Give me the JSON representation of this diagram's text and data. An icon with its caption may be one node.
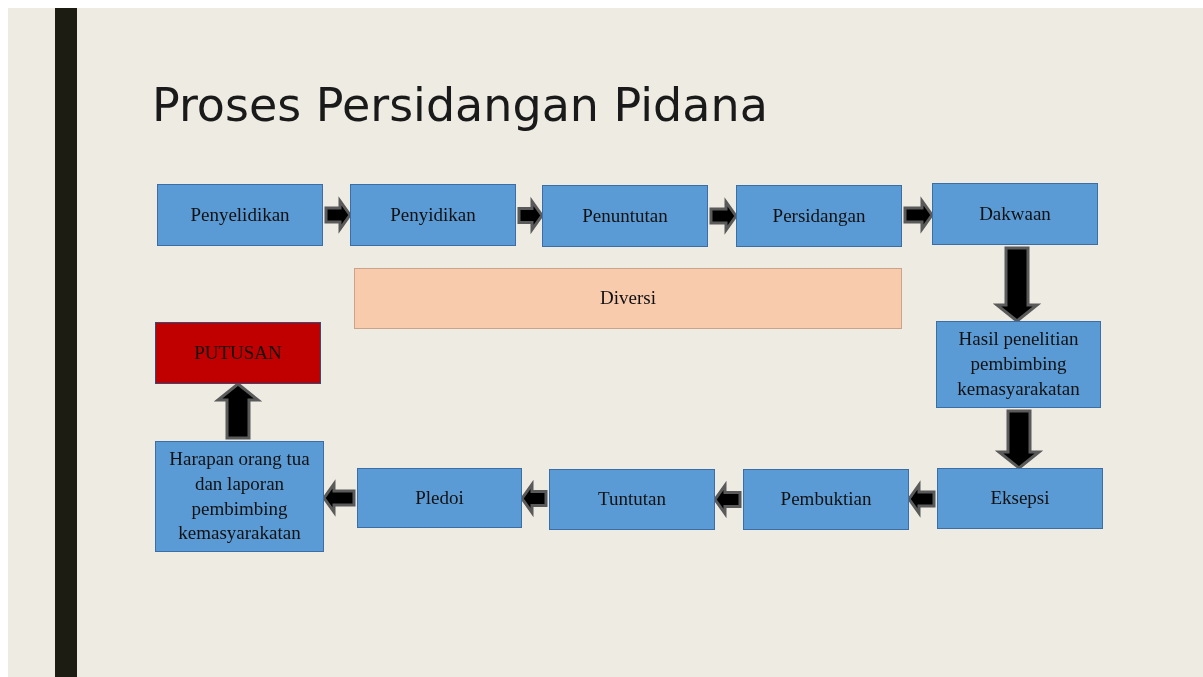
{
  "diagram": {
    "title": "Proses Persidangan Pidana",
    "nodes": [
      {
        "text": [
          "Penyelidikan"
        ]
      },
      {
        "text": [
          "Penyidikan"
        ]
      },
      {
        "text": [
          "Penuntutan"
        ]
      },
      {
        "text": [
          "Persidangan"
        ]
      },
      {
        "text": [
          "Dakwaan"
        ]
      },
      {
        "text": [
          "Diversi"
        ]
      },
      {
        "text": [
          "PUTUSAN"
        ]
      },
      {
        "text": [
          "Hasil penelitian pembimbing kemasyarakatan"
        ]
      },
      {
        "text": [
          "Harapan orang tua dan laporan pembimbing kemasyarakatan"
        ]
      },
      {
        "text": [
          "Pledoi"
        ]
      },
      {
        "text": [
          "Tuntutan"
        ]
      },
      {
        "text": [
          "Pembuktian"
        ]
      },
      {
        "text": [
          "Eksepsi"
        ]
      }
    ],
    "edges": [
      {
        "from": 0,
        "to": 1,
        "arrow": "to"
      },
      {
        "from": 1,
        "to": 2,
        "arrow": "to"
      },
      {
        "from": 2,
        "to": 3,
        "arrow": "to"
      },
      {
        "from": 3,
        "to": 4,
        "arrow": "to"
      },
      {
        "from": 4,
        "to": 7,
        "arrow": "to"
      },
      {
        "from": 7,
        "to": 12,
        "arrow": "to"
      },
      {
        "from": 12,
        "to": 11,
        "arrow": "to"
      },
      {
        "from": 11,
        "to": 10,
        "arrow": "to"
      },
      {
        "from": 10,
        "to": 9,
        "arrow": "to"
      },
      {
        "from": 9,
        "to": 8,
        "arrow": "to"
      },
      {
        "from": 8,
        "to": 6,
        "arrow": "to"
      }
    ]
  }
}
